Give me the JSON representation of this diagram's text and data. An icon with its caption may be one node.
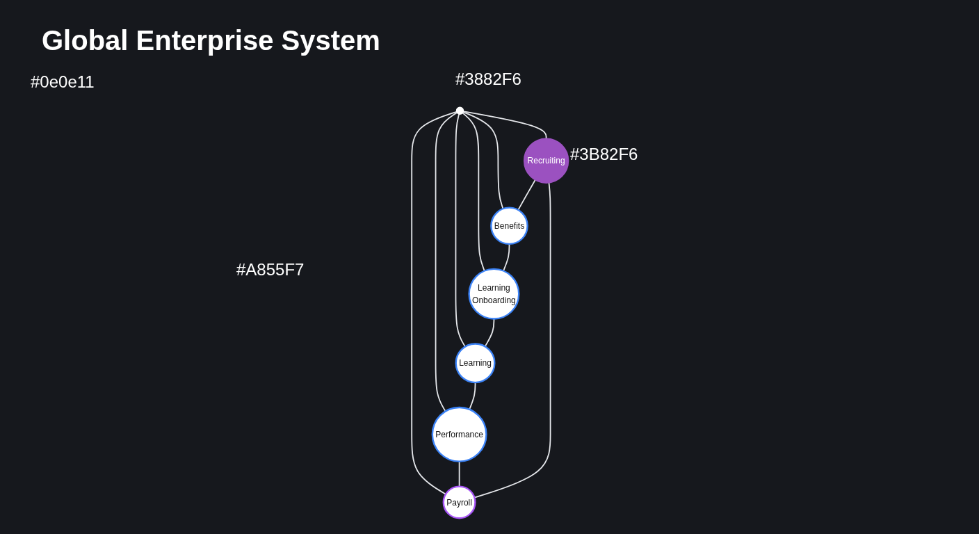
{
  "diagram": {
    "title": "Global Enterprise System",
    "nodes": [
      {
        "text": [],
        "shape": "circle"
      },
      {
        "text": [
          "Recruiting"
        ]
      },
      {
        "text": [
          "Benefits"
        ]
      },
      {
        "text": [
          "Learning",
          "Onboarding"
        ]
      },
      {
        "text": [
          "Learning"
        ]
      },
      {
        "text": [
          "Performance"
        ]
      },
      {
        "text": [
          "Payroll"
        ]
      }
    ],
    "edges": [
      {
        "from": 0,
        "to": 1,
        "arrow": "none"
      },
      {
        "from": 0,
        "to": 2,
        "arrow": "none"
      },
      {
        "from": 0,
        "to": 3,
        "arrow": "none"
      },
      {
        "from": 0,
        "to": 4,
        "arrow": "none"
      },
      {
        "from": 0,
        "to": 5,
        "arrow": "none"
      },
      {
        "from": 0,
        "to": 6,
        "arrow": "none"
      },
      {
        "from": 1,
        "to": 2,
        "arrow": "none"
      },
      {
        "from": 2,
        "to": 3,
        "arrow": "none"
      },
      {
        "from": 3,
        "to": 4,
        "arrow": "none"
      },
      {
        "from": 4,
        "to": 5,
        "arrow": "none"
      },
      {
        "from": 5,
        "to": 6,
        "arrow": "none"
      },
      {
        "from": 6,
        "to": 1,
        "arrow": "none"
      }
    ],
    "labels": [
      "#0e0e11",
      "#3882F6",
      "#3B82F6",
      "#A855F7"
    ]
  }
}
